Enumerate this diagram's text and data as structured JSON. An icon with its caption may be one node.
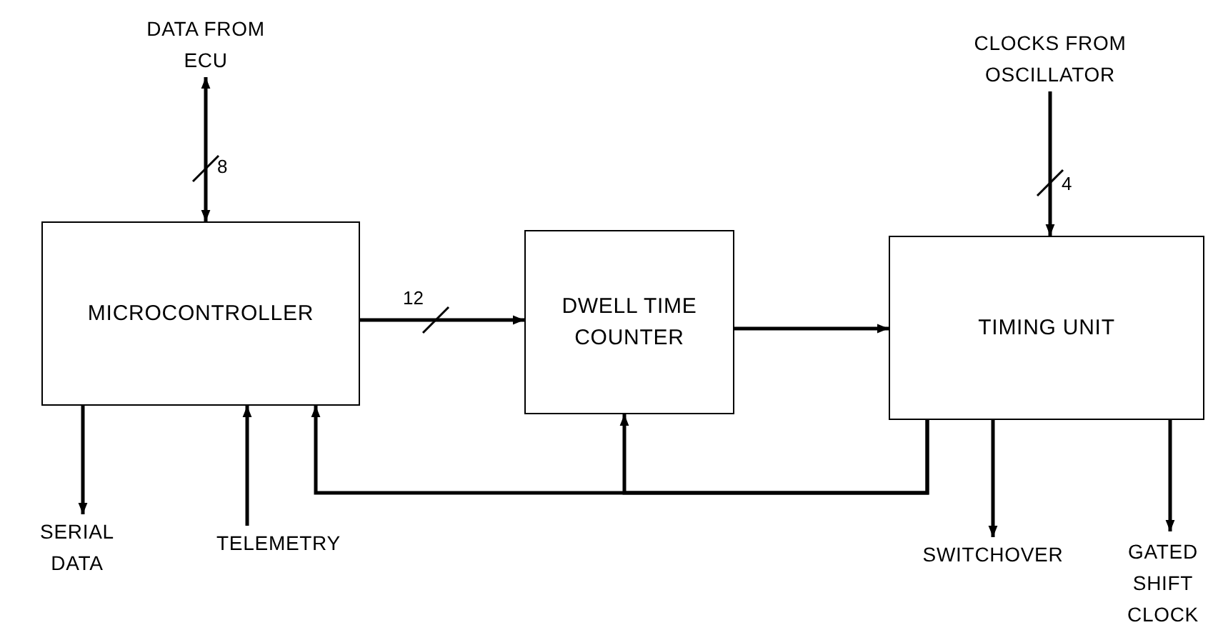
{
  "diagram": {
    "nodes": [
      {
        "text": [
          "DATA FROM ECU"
        ]
      },
      {
        "text": [
          "MICROCONTROLLER"
        ]
      },
      {
        "text": [
          "DWELL TIME COUNTER"
        ]
      },
      {
        "text": [
          "TIMING UNIT"
        ]
      },
      {
        "text": [
          "CLOCKS FROM OSCILLATOR"
        ]
      },
      {
        "text": [
          "SERIAL DATA"
        ]
      },
      {
        "text": [
          "TELEMETRY"
        ]
      },
      {
        "text": [
          "SWITCHOVER"
        ]
      },
      {
        "text": [
          "GATED SHIFT CLOCK"
        ]
      }
    ],
    "edges": [
      {
        "from": 0,
        "to": 1,
        "arrow": "both",
        "label": "8"
      },
      {
        "from": 1,
        "to": 2,
        "arrow": "to",
        "label": "12"
      },
      {
        "from": 2,
        "to": 3,
        "arrow": "to"
      },
      {
        "from": 4,
        "to": 3,
        "arrow": "to",
        "label": "4"
      },
      {
        "from": 1,
        "to": 5,
        "arrow": "to"
      },
      {
        "from": 6,
        "to": 1,
        "arrow": "to"
      },
      {
        "from": 3,
        "to": 7,
        "arrow": "to"
      },
      {
        "from": 3,
        "to": 8,
        "arrow": "to"
      },
      {
        "from": 3,
        "to": 1,
        "arrow": "to"
      },
      {
        "from": 3,
        "to": 2,
        "arrow": "to"
      }
    ]
  }
}
